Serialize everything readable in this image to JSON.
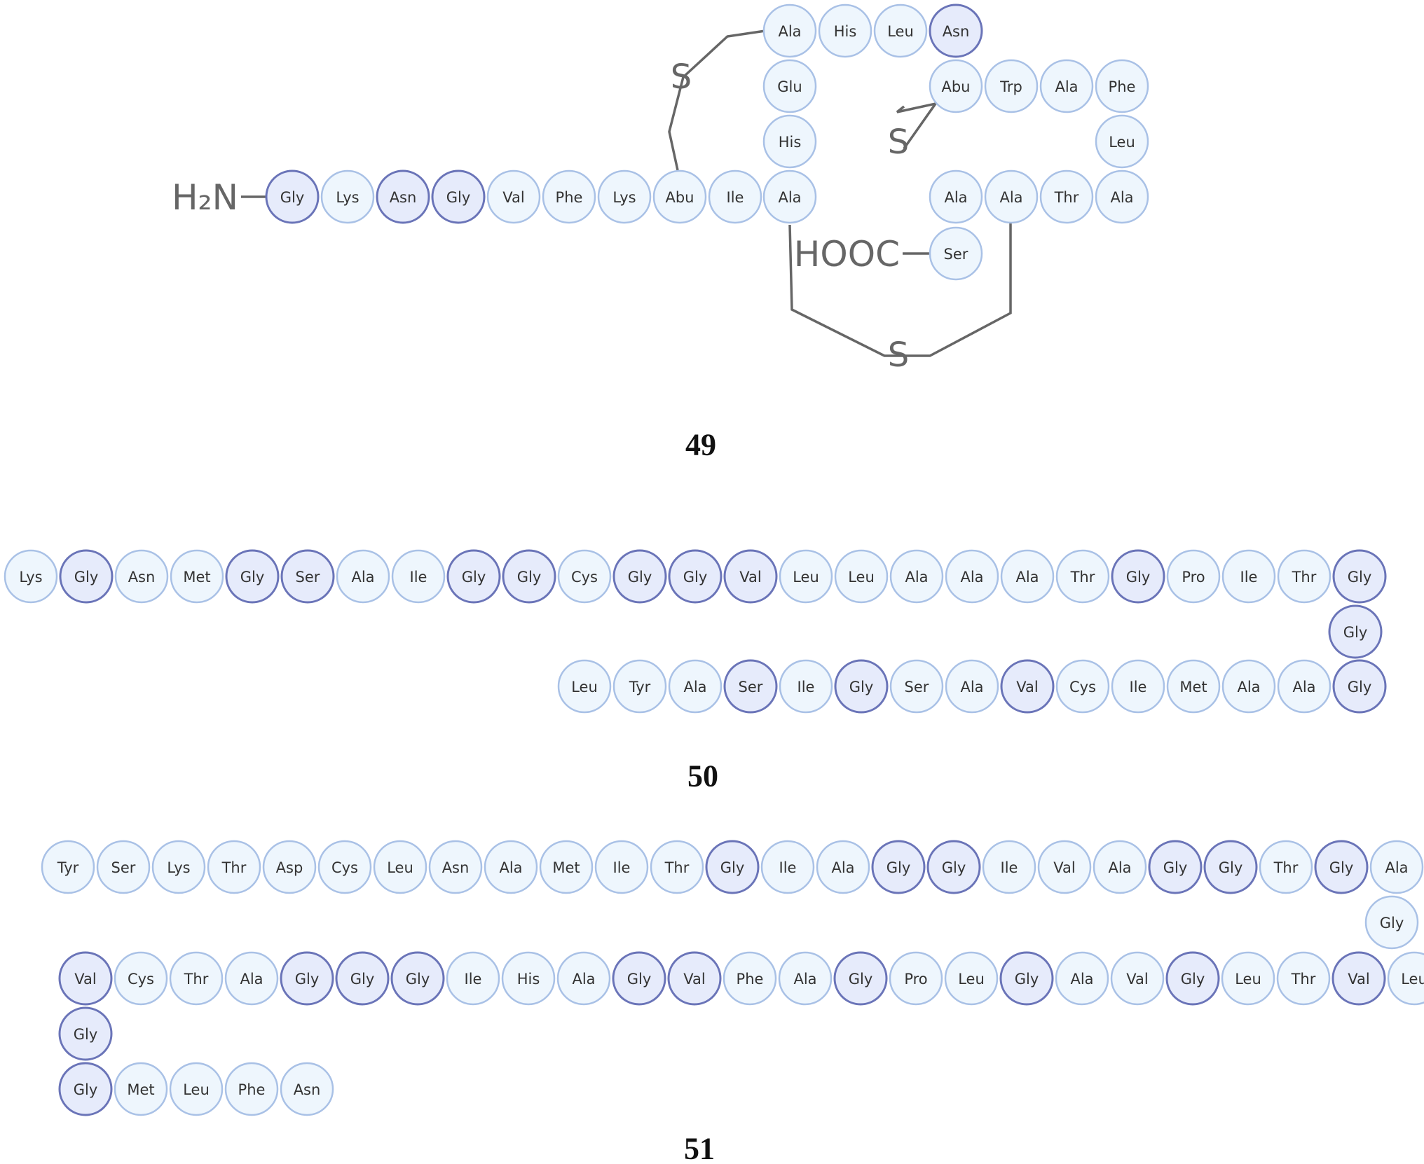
{
  "colors": {
    "regular_fill": "#eef6fd",
    "regular_stroke": "#a9c1e6",
    "gly_fill": "#e6ebfb",
    "gly_stroke": "#6a74b8",
    "bond": "#666666",
    "text": "#333333"
  },
  "labels": {
    "n_terminus": "H₂N",
    "c_terminus": "HOOC",
    "thioether": "S"
  },
  "peptides": [
    {
      "number": "49",
      "residues": [
        {
          "label": "Gly",
          "style": "gly"
        },
        {
          "label": "Lys",
          "style": "regular"
        },
        {
          "label": "Asn",
          "style": "gly"
        },
        {
          "label": "Gly",
          "style": "gly"
        },
        {
          "label": "Val",
          "style": "regular"
        },
        {
          "label": "Phe",
          "style": "regular"
        },
        {
          "label": "Lys",
          "style": "regular"
        },
        {
          "label": "Abu",
          "style": "regular"
        },
        {
          "label": "Ile",
          "style": "regular"
        },
        {
          "label": "Ala",
          "style": "regular"
        },
        {
          "label": "His",
          "style": "regular"
        },
        {
          "label": "Glu",
          "style": "regular"
        },
        {
          "label": "Ala",
          "style": "regular"
        },
        {
          "label": "His",
          "style": "regular"
        },
        {
          "label": "Leu",
          "style": "regular"
        },
        {
          "label": "Asn",
          "style": "gly"
        },
        {
          "label": "Abu",
          "style": "regular"
        },
        {
          "label": "Trp",
          "style": "regular"
        },
        {
          "label": "Ala",
          "style": "regular"
        },
        {
          "label": "Phe",
          "style": "regular"
        },
        {
          "label": "Leu",
          "style": "regular"
        },
        {
          "label": "Ala",
          "style": "regular"
        },
        {
          "label": "Thr",
          "style": "regular"
        },
        {
          "label": "Ala",
          "style": "regular"
        },
        {
          "label": "Ala",
          "style": "regular"
        },
        {
          "label": "Ser",
          "style": "regular"
        }
      ]
    },
    {
      "number": "50",
      "rows": [
        [
          "Lys",
          "Gly",
          "Asn",
          "Met",
          "Gly",
          "Ser",
          "Ala",
          "Ile",
          "Gly",
          "Gly",
          "Cys",
          "Gly",
          "Gly",
          "Val",
          "Leu",
          "Leu",
          "Ala",
          "Ala",
          "Ala",
          "Thr",
          "Gly",
          "Pro",
          "Ile",
          "Thr",
          "Gly"
        ],
        [
          "Gly"
        ],
        [
          "Leu",
          "Tyr",
          "Ala",
          "Ser",
          "Ile",
          "Gly",
          "Ser",
          "Ala",
          "Val",
          "Cys",
          "Ile",
          "Met",
          "Ala",
          "Ala",
          "Gly"
        ]
      ],
      "dark": [
        [
          1,
          4,
          5,
          8,
          9,
          11,
          12,
          13,
          20,
          24
        ],
        [
          0
        ],
        [
          3,
          5,
          8,
          14
        ]
      ]
    },
    {
      "number": "51",
      "rows": [
        [
          "Tyr",
          "Ser",
          "Lys",
          "Thr",
          "Asp",
          "Cys",
          "Leu",
          "Asn",
          "Ala",
          "Met",
          "Ile",
          "Thr",
          "Gly",
          "Ile",
          "Ala",
          "Gly",
          "Gly",
          "Ile",
          "Val",
          "Ala",
          "Gly",
          "Gly",
          "Thr",
          "Gly",
          "Ala"
        ],
        [
          "Gly"
        ],
        [
          "Val",
          "Cys",
          "Thr",
          "Ala",
          "Gly",
          "Gly",
          "Gly",
          "Ile",
          "His",
          "Ala",
          "Gly",
          "Val",
          "Phe",
          "Ala",
          "Gly",
          "Pro",
          "Leu",
          "Gly",
          "Ala",
          "Val",
          "Gly",
          "Leu",
          "Thr",
          "Val",
          "Leu"
        ],
        [
          "Gly"
        ],
        [
          "Gly",
          "Met",
          "Leu",
          "Phe",
          "Asn"
        ]
      ],
      "dark": [
        [
          12,
          15,
          16,
          20,
          21,
          23
        ],
        [],
        [
          0,
          4,
          5,
          6,
          10,
          11,
          14,
          17,
          20,
          23
        ],
        [
          0
        ],
        [
          0
        ]
      ]
    }
  ]
}
